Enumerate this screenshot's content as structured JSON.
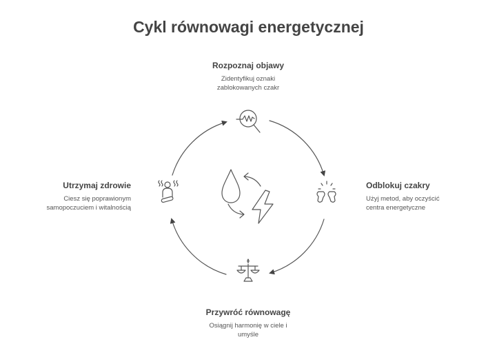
{
  "title": "Cykl równowagi energetycznej",
  "steps": {
    "top": {
      "title": "Rozpoznaj objawy",
      "line1": "Zidentyfikuj oznaki",
      "line2": "zablokowanych czakr",
      "icon": "magnifier-pulse-icon"
    },
    "right": {
      "title": "Odblokuj czakry",
      "line1": "Użyj metod, aby oczyścić",
      "line2": "centra energetyczne",
      "icon": "breaking-fists-icon"
    },
    "bottom": {
      "title": "Przywróć równowagę",
      "line1": "Osiągnij harmonię w ciele i",
      "line2": "umyśle",
      "icon": "balance-scale-icon"
    },
    "left": {
      "title": "Utrzymaj zdrowie",
      "line1": "Ciesz się poprawionym",
      "line2": "samopoczuciem i witalnością",
      "icon": "meditating-person-icon"
    }
  },
  "center_icons": [
    "water-drop-icon",
    "lightning-bolt-icon",
    "cycle-arrows-icon"
  ],
  "colors": {
    "stroke": "#555555",
    "text": "#444444"
  }
}
